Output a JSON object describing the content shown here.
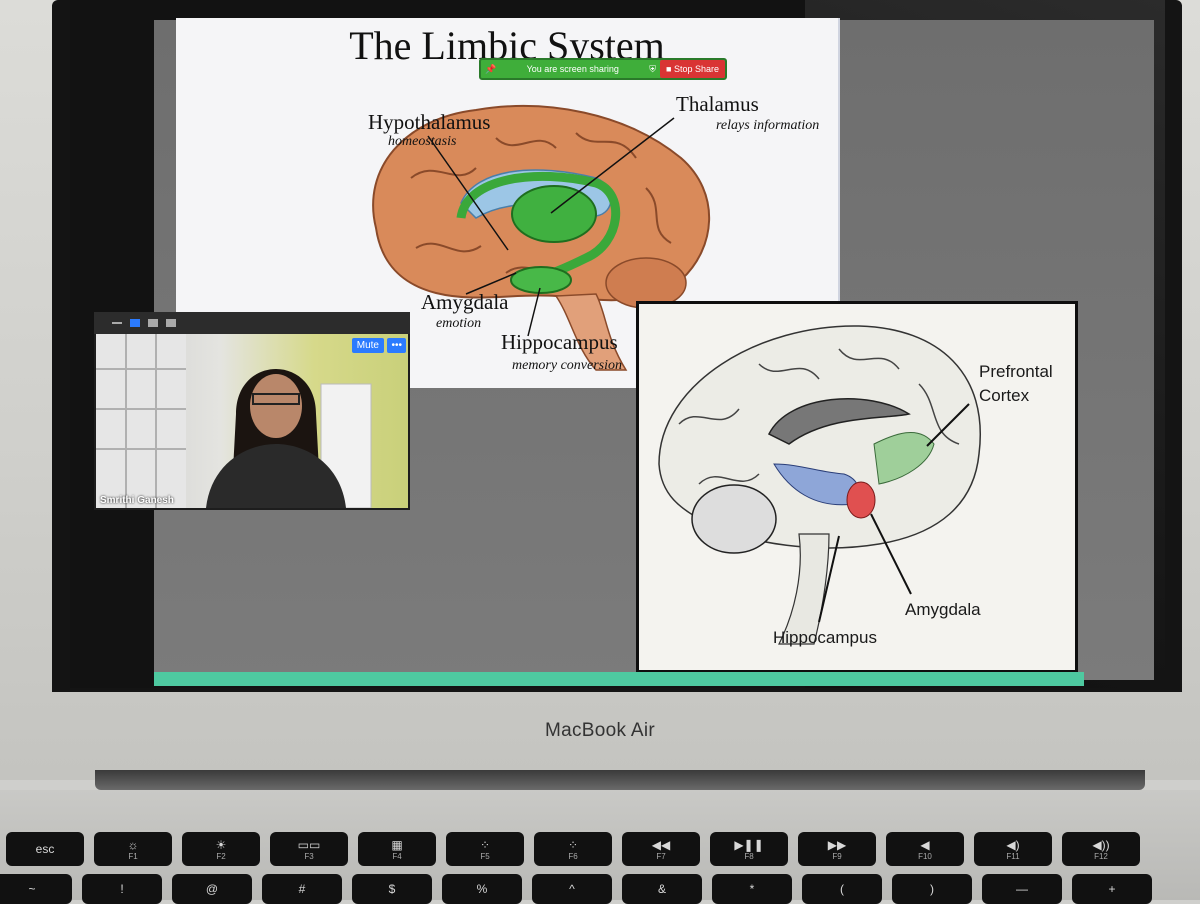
{
  "slide": {
    "title": "The Limbic System",
    "labels": {
      "hypothalamus": "Hypothalamus",
      "hypothalamus_sub": "homeostasis",
      "thalamus": "Thalamus",
      "thalamus_sub": "relays information",
      "amygdala": "Amygdala",
      "amygdala_sub": "emotion",
      "hippocampus": "Hippocampus",
      "hippocampus_sub": "memory conversion"
    }
  },
  "share_bar": {
    "status": "You are screen sharing",
    "stop_label": "Stop Share"
  },
  "photo_panel": {
    "prefrontal": "Prefrontal",
    "cortex": "Cortex",
    "amygdala": "Amygdala",
    "hippocampus": "Hippocampus"
  },
  "video": {
    "mute_label": "Mute",
    "more_label": "•••",
    "participant": "Smrithi Ganesh"
  },
  "laptop": {
    "brand": "MacBook Air"
  },
  "keyboard": {
    "fn_row": [
      {
        "label": "esc",
        "fn": ""
      },
      {
        "label": "☼",
        "fn": "F1"
      },
      {
        "label": "☀",
        "fn": "F2"
      },
      {
        "label": "▭▭",
        "fn": "F3"
      },
      {
        "label": "▦",
        "fn": "F4"
      },
      {
        "label": "⁘",
        "fn": "F5"
      },
      {
        "label": "⁘",
        "fn": "F6"
      },
      {
        "label": "◀◀",
        "fn": "F7"
      },
      {
        "label": "▶❚❚",
        "fn": "F8"
      },
      {
        "label": "▶▶",
        "fn": "F9"
      },
      {
        "label": "◀",
        "fn": "F10"
      },
      {
        "label": "◀)",
        "fn": "F11"
      },
      {
        "label": "◀))",
        "fn": "F12"
      }
    ],
    "num_row": [
      "~",
      "!",
      "@",
      "#",
      "$",
      "%",
      "^",
      "&",
      "*",
      "(",
      ")",
      "—",
      "+"
    ]
  },
  "colors": {
    "share_green": "#3fae3a",
    "stop_red": "#d93434",
    "zoom_blue": "#2b7bff",
    "teal_bar": "#4ec9a0"
  }
}
